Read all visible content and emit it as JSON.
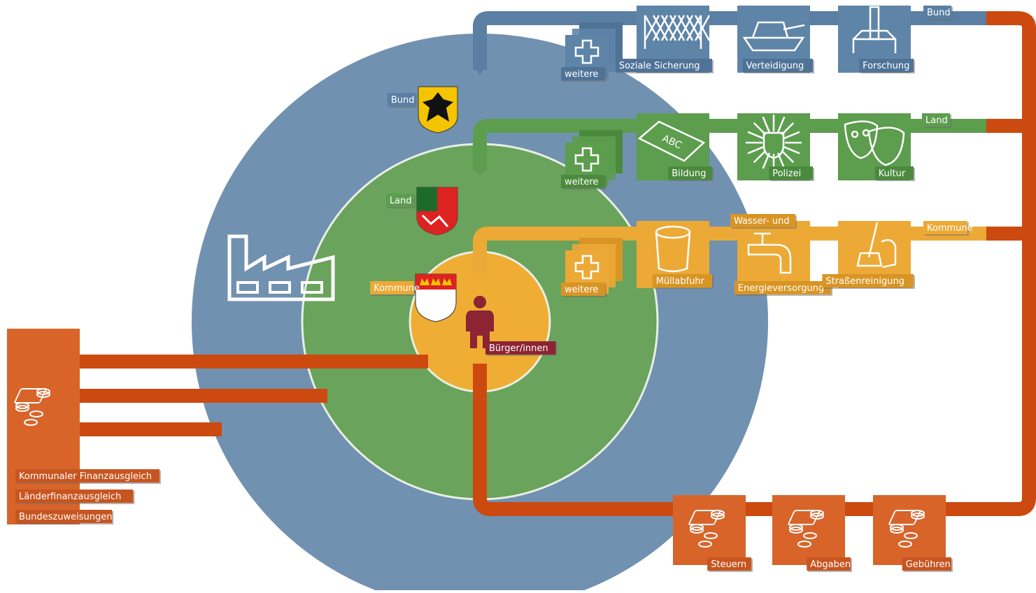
{
  "colors": {
    "bund": "#5a7fa3",
    "bund_ring": "#7191b0",
    "land": "#5c9d4e",
    "land_ring": "#6aa35c",
    "kommune": "#eca936",
    "kommune_ring": "#efad33",
    "flow": "#cc4a10",
    "finance": "#d8642a",
    "citizen": "#8c2433"
  },
  "levels": {
    "bund": "Bund",
    "land": "Land",
    "kommune": "Kommune",
    "citizen": "Bürger/innen"
  },
  "channel_labels": {
    "bund": "Bund",
    "land": "Land",
    "kommune": "Kommune"
  },
  "bund_services": [
    {
      "label": "weitere",
      "icon": "more-services-icon"
    },
    {
      "label": "Soziale Sicherung",
      "icon": "safety-net-icon"
    },
    {
      "label": "Verteidigung",
      "icon": "tank-icon"
    },
    {
      "label": "Forschung",
      "icon": "laboratory-icon"
    }
  ],
  "land_services": [
    {
      "label": "weitere",
      "icon": "more-services-icon"
    },
    {
      "label": "Bildung",
      "icon": "chalkboard-icon"
    },
    {
      "label": "Polizei",
      "icon": "police-badge-icon"
    },
    {
      "label": "Kultur",
      "icon": "theater-masks-icon"
    }
  ],
  "kommune_services": [
    {
      "label": "weitere",
      "icon": "more-services-icon"
    },
    {
      "label": "Müllabfuhr",
      "icon": "trash-can-icon"
    },
    {
      "label": "Wasser- und",
      "icon": "water-tap-icon"
    },
    {
      "label": "Energieversorgung",
      "icon": "water-tap-icon"
    },
    {
      "label": "Straßenreinigung",
      "icon": "street-cleaning-icon"
    }
  ],
  "payments": [
    {
      "label": "Steuern",
      "icon": "coins-icon"
    },
    {
      "label": "Abgaben",
      "icon": "coins-icon"
    },
    {
      "label": "Gebühren",
      "icon": "coins-icon"
    }
  ],
  "finance": {
    "icon": "coins-icon",
    "items": [
      "Kommunaler Finanzausgleich",
      "Länderfinanzausgleich",
      "Bundeszuweisungen"
    ]
  },
  "icons": {
    "factory": "factory-icon",
    "bund_crest": "federal-eagle-crest-icon",
    "land_crest": "nrw-crest-icon",
    "kommune_crest": "cologne-crest-icon",
    "citizen": "person-icon"
  }
}
